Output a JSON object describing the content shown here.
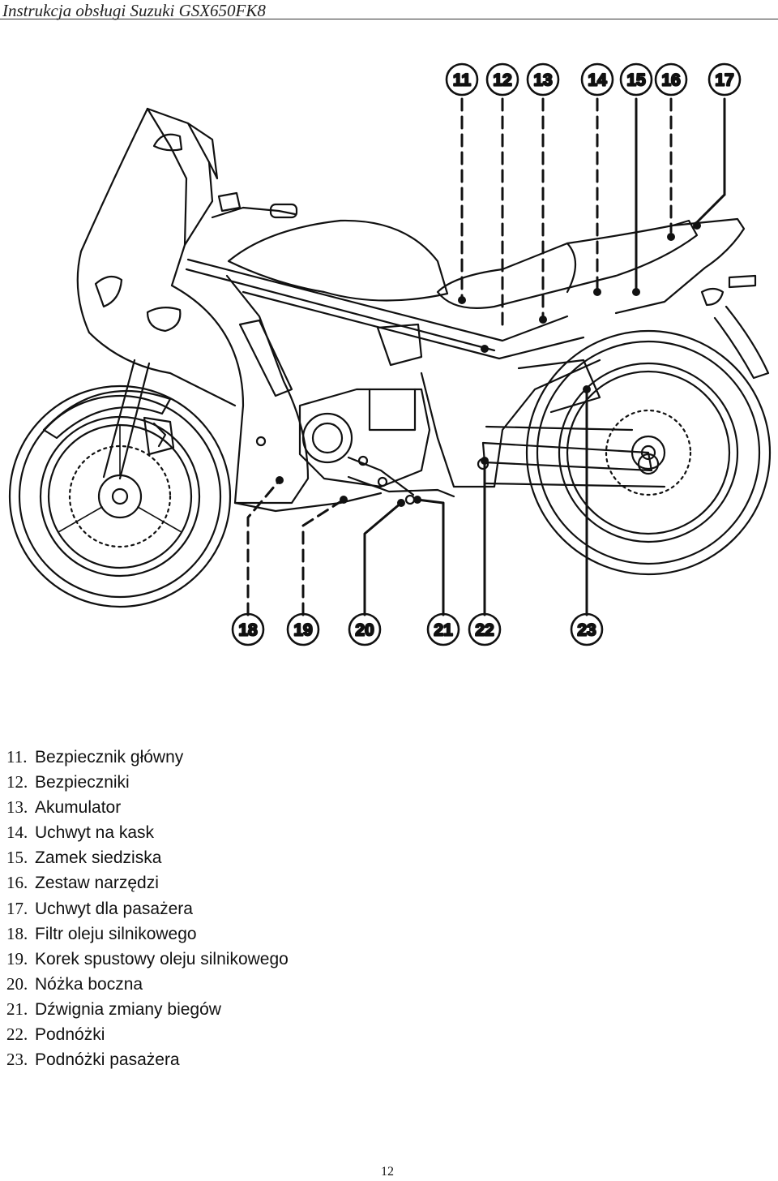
{
  "header": {
    "title": "Instrukcja obsługi Suzuki GSX650FK8"
  },
  "diagram": {
    "callouts_top": [
      "11",
      "12",
      "13",
      "14",
      "15",
      "16",
      "17"
    ],
    "callouts_bottom": [
      "18",
      "19",
      "20",
      "21",
      "22",
      "23"
    ]
  },
  "legend": [
    {
      "num": "11.",
      "label": "Bezpiecznik główny"
    },
    {
      "num": "12.",
      "label": "Bezpieczniki"
    },
    {
      "num": "13.",
      "label": "Akumulator"
    },
    {
      "num": "14.",
      "label": "Uchwyt na kask"
    },
    {
      "num": "15.",
      "label": "Zamek siedziska"
    },
    {
      "num": "16.",
      "label": "Zestaw narzędzi"
    },
    {
      "num": "17.",
      "label": "Uchwyt dla pasażera"
    },
    {
      "num": "18.",
      "label": "Filtr oleju silnikowego"
    },
    {
      "num": "19.",
      "label": "Korek spustowy oleju silnikowego"
    },
    {
      "num": "20.",
      "label": "Nóżka boczna"
    },
    {
      "num": "21.",
      "label": "Dźwignia zmiany biegów"
    },
    {
      "num": "22.",
      "label": "Podnóżki"
    },
    {
      "num": "23.",
      "label": "Podnóżki pasażera"
    }
  ],
  "footer": {
    "page_number": "12"
  }
}
